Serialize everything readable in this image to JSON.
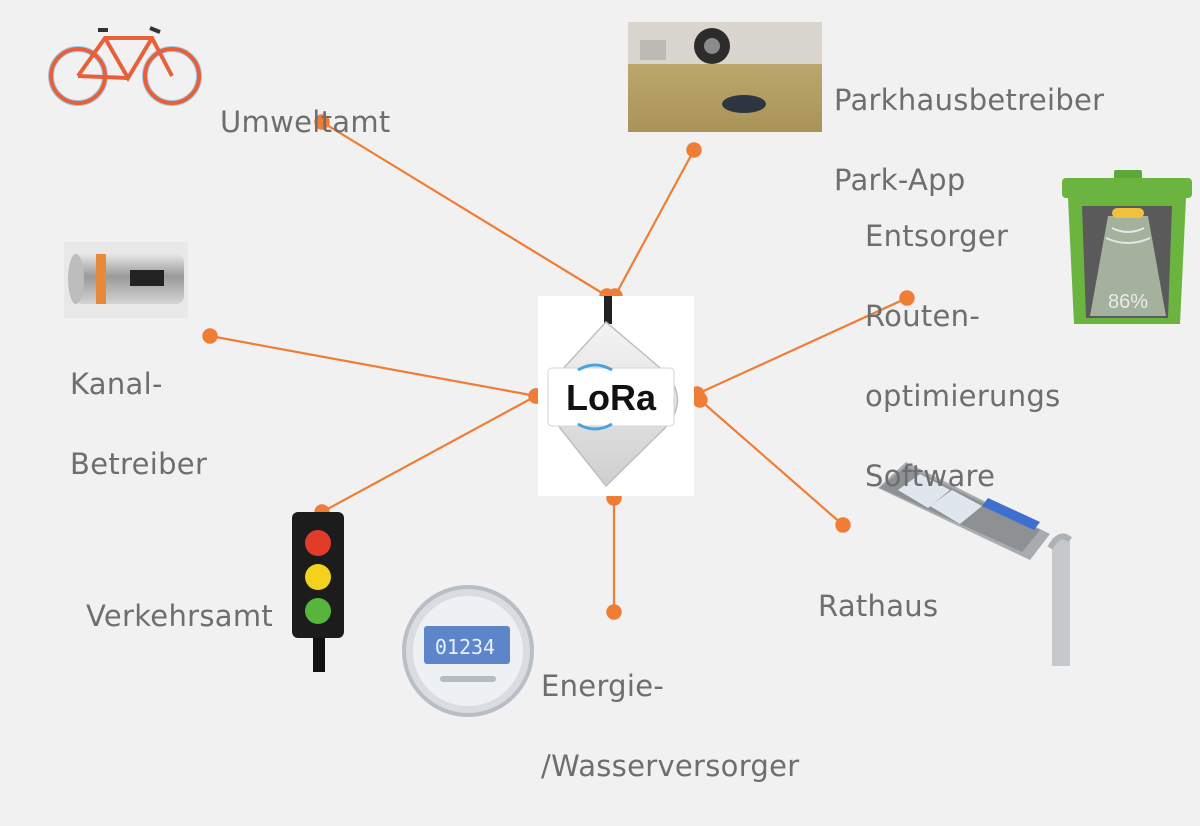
{
  "center": {
    "brand": "LoRa"
  },
  "nodes": [
    {
      "id": "umweltamt",
      "lines": [
        "Umweltamt"
      ],
      "icon": "bicycle-icon"
    },
    {
      "id": "parkhaus",
      "lines": [
        "Parkhausbetreiber",
        "Park-App"
      ],
      "icon": "parking-sensor-photo"
    },
    {
      "id": "entsorger",
      "lines": [
        "Entsorger",
        "Routen-",
        "optimierungs",
        "Software"
      ],
      "icon": "waste-bin-icon"
    },
    {
      "id": "kanal",
      "lines": [
        "Kanal-",
        "Betreiber"
      ],
      "icon": "flow-meter-photo"
    },
    {
      "id": "verkehrsamt",
      "lines": [
        "Verkehrsamt"
      ],
      "icon": "traffic-light-icon"
    },
    {
      "id": "energie",
      "lines": [
        "Energie-",
        "/Wasserversorger"
      ],
      "icon": "utility-meter-icon"
    },
    {
      "id": "rathaus",
      "lines": [
        "Rathaus"
      ],
      "icon": "street-lamp-icon"
    }
  ],
  "bin_fill_label": "86%",
  "meter_reading": "01234",
  "colors": {
    "arrow": "#ef7d35",
    "label": "#6e6e6e",
    "bin": "#6bb43f"
  }
}
